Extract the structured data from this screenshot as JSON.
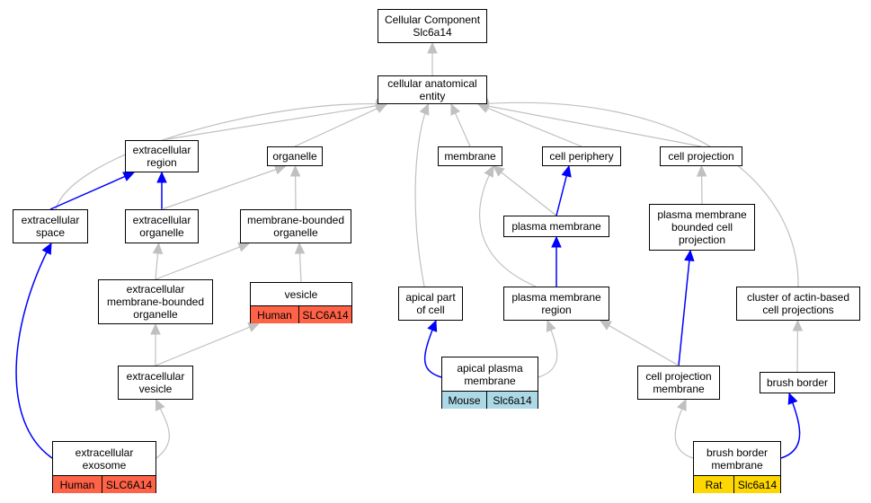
{
  "colors": {
    "grey_edge": "#c0c0c0",
    "blue_edge": "#0000ff",
    "human": "#ff6347",
    "mouse": "#add8e6",
    "rat": "#ffd700"
  },
  "nodes": {
    "root": {
      "label": "Cellular Component\nSlc6a14"
    },
    "cae": {
      "label": "cellular anatomical\nentity"
    },
    "ecregion": {
      "label": "extracellular\nregion"
    },
    "organelle": {
      "label": "organelle"
    },
    "membrane": {
      "label": "membrane"
    },
    "cellperiph": {
      "label": "cell periphery"
    },
    "cellproj": {
      "label": "cell projection"
    },
    "ecspace": {
      "label": "extracellular\nspace"
    },
    "ecorganelle": {
      "label": "extracellular\norganelle"
    },
    "mbo": {
      "label": "membrane-bounded\norganelle"
    },
    "plasmamem": {
      "label": "plasma membrane"
    },
    "pmbcp": {
      "label": "plasma membrane\nbounded cell\nprojection"
    },
    "ecmbo": {
      "label": "extracellular\nmembrane-bounded\norganelle"
    },
    "vesicle": {
      "label": "vesicle",
      "species": "Human",
      "gene": "SLC6A14"
    },
    "apicalpart": {
      "label": "apical part\nof cell"
    },
    "pmregion": {
      "label": "plasma membrane\nregion"
    },
    "actincluster": {
      "label": "cluster of actin-based\ncell projections"
    },
    "ecvesicle": {
      "label": "extracellular\nvesicle"
    },
    "apicalpm": {
      "label": "apical plasma\nmembrane",
      "species": "Mouse",
      "gene": "Slc6a14"
    },
    "cpmem": {
      "label": "cell projection\nmembrane"
    },
    "brushborder": {
      "label": "brush border"
    },
    "exosome": {
      "label": "extracellular\nexosome",
      "species": "Human",
      "gene": "SLC6A14"
    },
    "bbmem": {
      "label": "brush border\nmembrane",
      "species": "Rat",
      "gene": "Slc6a14"
    }
  },
  "edges": [
    {
      "from": "cae",
      "to": "root",
      "kind": "grey"
    },
    {
      "from": "ecregion",
      "to": "cae",
      "kind": "grey"
    },
    {
      "from": "organelle",
      "to": "cae",
      "kind": "grey"
    },
    {
      "from": "membrane",
      "to": "cae",
      "kind": "grey"
    },
    {
      "from": "cellperiph",
      "to": "cae",
      "kind": "grey"
    },
    {
      "from": "cellproj",
      "to": "cae",
      "kind": "grey"
    },
    {
      "from": "ecspace",
      "to": "cae",
      "kind": "grey"
    },
    {
      "from": "apicalpart",
      "to": "cae",
      "kind": "grey"
    },
    {
      "from": "actincluster",
      "to": "cae",
      "kind": "grey"
    },
    {
      "from": "ecspace",
      "to": "ecregion",
      "kind": "blue"
    },
    {
      "from": "ecorganelle",
      "to": "ecregion",
      "kind": "blue"
    },
    {
      "from": "ecorganelle",
      "to": "organelle",
      "kind": "grey"
    },
    {
      "from": "mbo",
      "to": "organelle",
      "kind": "grey"
    },
    {
      "from": "plasmamem",
      "to": "membrane",
      "kind": "grey"
    },
    {
      "from": "pmregion",
      "to": "membrane",
      "kind": "grey"
    },
    {
      "from": "plasmamem",
      "to": "cellperiph",
      "kind": "blue"
    },
    {
      "from": "pmbcp",
      "to": "cellproj",
      "kind": "grey"
    },
    {
      "from": "ecmbo",
      "to": "ecorganelle",
      "kind": "grey"
    },
    {
      "from": "ecmbo",
      "to": "mbo",
      "kind": "grey"
    },
    {
      "from": "vesicle",
      "to": "mbo",
      "kind": "grey"
    },
    {
      "from": "pmregion",
      "to": "plasmamem",
      "kind": "blue"
    },
    {
      "from": "cpmem",
      "to": "pmbcp",
      "kind": "blue"
    },
    {
      "from": "ecvesicle",
      "to": "ecmbo",
      "kind": "grey"
    },
    {
      "from": "ecvesicle",
      "to": "vesicle",
      "kind": "grey"
    },
    {
      "from": "apicalpm",
      "to": "apicalpart",
      "kind": "blue"
    },
    {
      "from": "apicalpm",
      "to": "pmregion",
      "kind": "grey"
    },
    {
      "from": "cpmem",
      "to": "pmregion",
      "kind": "grey"
    },
    {
      "from": "brushborder",
      "to": "actincluster",
      "kind": "grey"
    },
    {
      "from": "exosome",
      "to": "ecspace",
      "kind": "blue"
    },
    {
      "from": "exosome",
      "to": "ecvesicle",
      "kind": "grey"
    },
    {
      "from": "bbmem",
      "to": "cpmem",
      "kind": "grey"
    },
    {
      "from": "bbmem",
      "to": "brushborder",
      "kind": "blue"
    }
  ]
}
